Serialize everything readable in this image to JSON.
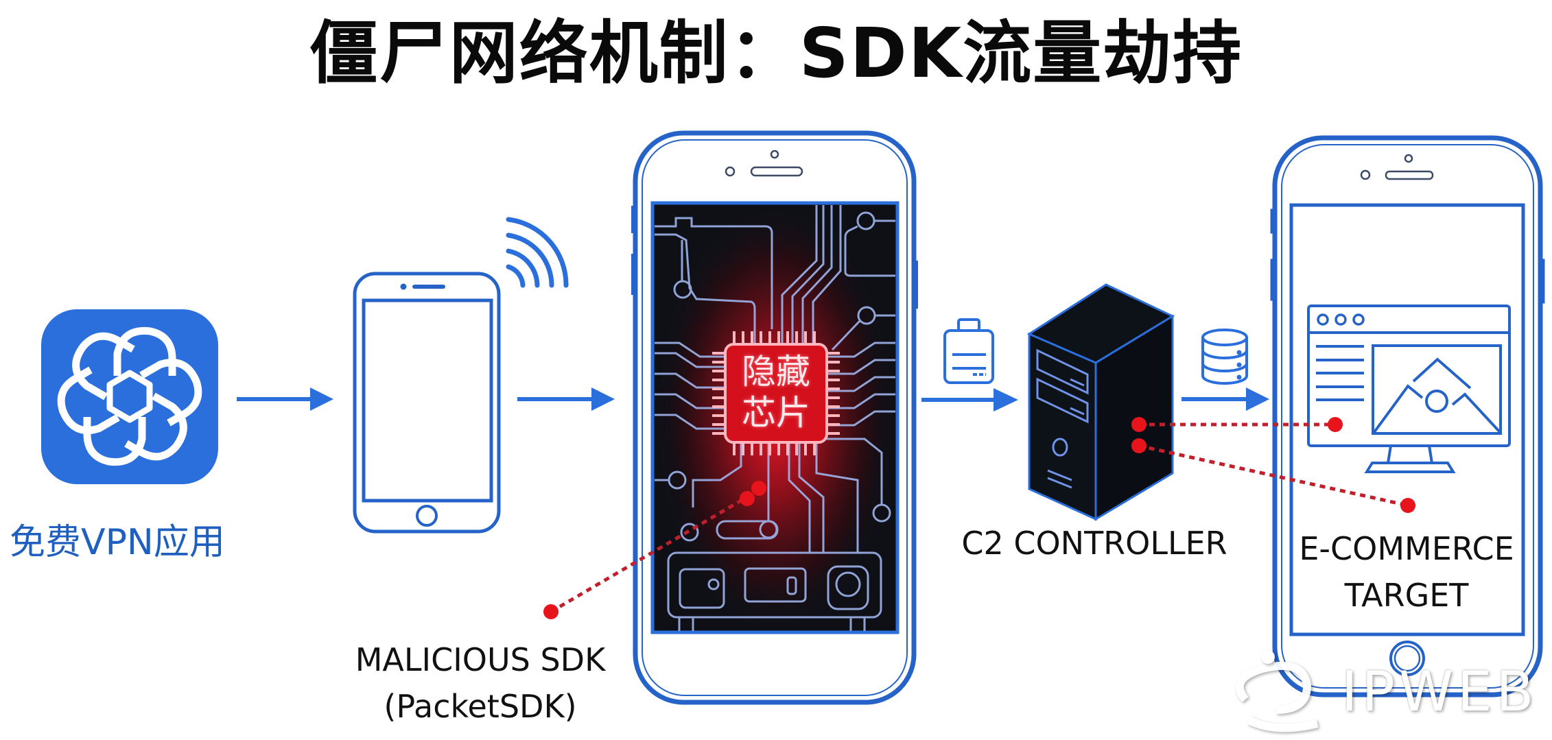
{
  "title": "僵尸网络机制：SDK流量劫持",
  "colors": {
    "brand_blue": "#2b6fdc",
    "outline_blue": "#2563c9",
    "alert_red": "#e8141c",
    "dot_line_red": "#c0202c",
    "circuit_bg": "#0f1016",
    "circuit_trace": "#9fb4ec",
    "server_body": "#0d1118"
  },
  "nodes": [
    {
      "id": "vpn-app",
      "icon": "openai-knot-app-icon",
      "label": "免费VPN应用"
    },
    {
      "id": "user-phone",
      "icon": "smartphone-icon",
      "badge_icon": "wifi-signal-icon"
    },
    {
      "id": "infected-phone",
      "icon": "smartphone-circuit-icon",
      "chip_label_line1": "隐藏",
      "chip_label_line2": "芯片"
    },
    {
      "id": "c2-server",
      "icon": "server-tower-icon",
      "label": "C2 CONTROLLER",
      "in_icon": "package-icon",
      "out_icon": "database-icon"
    },
    {
      "id": "target-phone",
      "icon": "smartphone-monitor-icon",
      "label_line1": "E-COMMERCE",
      "label_line2": "TARGET"
    }
  ],
  "annotations": {
    "sdk_label_line1": "MALICIOUS SDK",
    "sdk_label_line2": "(PacketSDK)"
  },
  "watermark": "IPWEB"
}
